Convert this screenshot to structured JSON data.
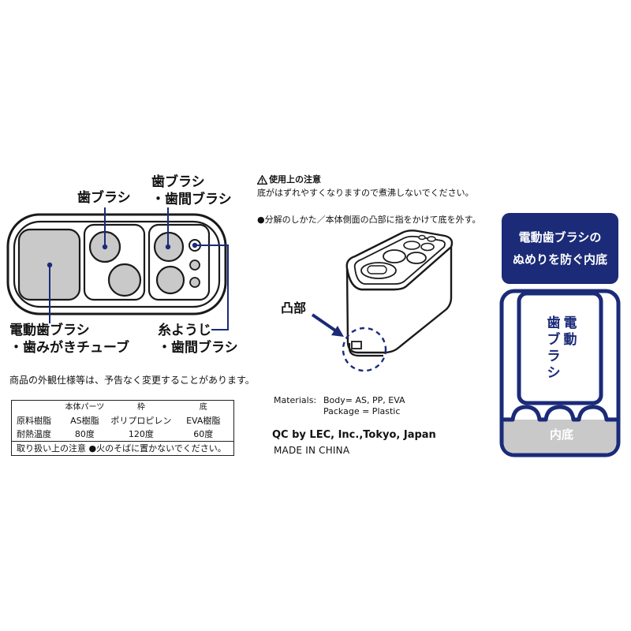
{
  "left_diagram": {
    "label_toothbrush": "歯ブラシ",
    "label_toothbrush_interdental_1": "歯ブラシ",
    "label_toothbrush_interdental_2": "・歯間ブラシ",
    "label_electric_1": "電動歯ブラシ",
    "label_electric_2": "・歯みがきチューブ",
    "label_floss_1": "糸ようじ",
    "label_floss_2": "・歯間ブラシ"
  },
  "notice": "商品の外観仕様等は、予告なく変更することがあります。",
  "spec_table": {
    "headers": [
      "",
      "本体パーツ",
      "枠",
      "底"
    ],
    "rows": [
      [
        "原料樹脂",
        "AS樹脂",
        "ポリプロピレン",
        "EVA樹脂"
      ],
      [
        "耐熱温度",
        "80度",
        "120度",
        "60度"
      ]
    ],
    "handling": "取り扱い上の注意 ●火のそばに置かないでください。"
  },
  "caution": {
    "title": "使用上の注意",
    "text": "底がはずれやすくなりますので煮沸しないでください。"
  },
  "disassembly": "●分解のしかた／本体側面の凸部に指をかけて底を外す。",
  "protrusion_label": "凸部",
  "materials": {
    "label": "Materials:",
    "body": "Body= AS, PP, EVA",
    "package": "Package = Plastic"
  },
  "qc": "QC by LEC, Inc.,Tokyo, Japan",
  "made_in": "MADE IN CHINA",
  "right_panel": {
    "badge_line1": "電動歯ブラシの",
    "badge_line2": "ぬめりを防ぐ内底",
    "brush_col1": "歯ブラシ",
    "brush_col2": "電動",
    "inner_bottom": "内底"
  },
  "colors": {
    "navy": "#1b2b78",
    "gray_fill": "#c9c9c9",
    "outline": "#1a1a1a"
  }
}
